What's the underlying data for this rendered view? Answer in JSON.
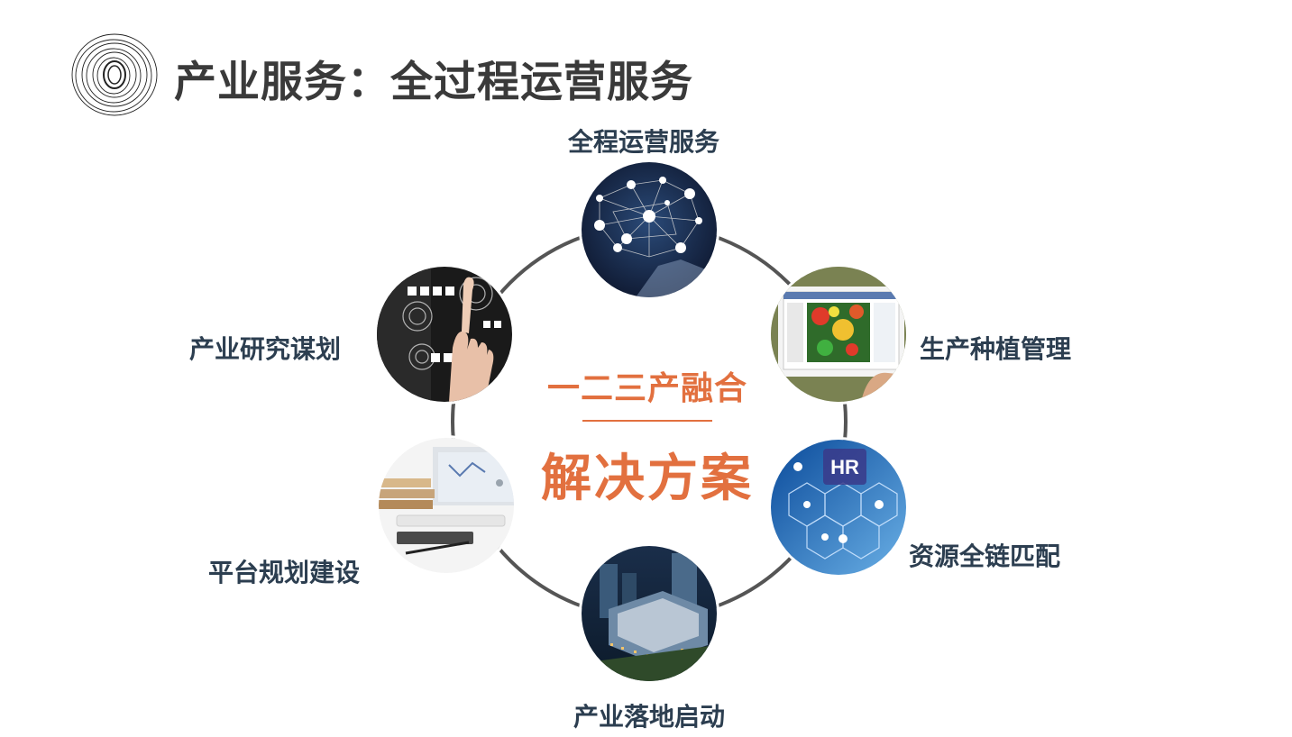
{
  "header": {
    "title": "产业服务：全过程运营服务"
  },
  "center": {
    "top": "一二三产融合",
    "main": "解决方案"
  },
  "nodes": [
    {
      "label": "全程运营服务",
      "image": "network-tech-image"
    },
    {
      "label": "生产种植管理",
      "image": "tablet-map-image"
    },
    {
      "label": "资源全链匹配",
      "image": "hr-network-image"
    },
    {
      "label": "产业落地启动",
      "image": "city-aerial-image"
    },
    {
      "label": "平台规划建设",
      "image": "desk-computer-image"
    },
    {
      "label": "产业研究谋划",
      "image": "touch-interface-image"
    }
  ],
  "image_text": {
    "hr": "HR"
  },
  "colors": {
    "accent": "#e2703f",
    "label": "#2c3e50",
    "title": "#3a3a3a",
    "ring": "#555555"
  }
}
